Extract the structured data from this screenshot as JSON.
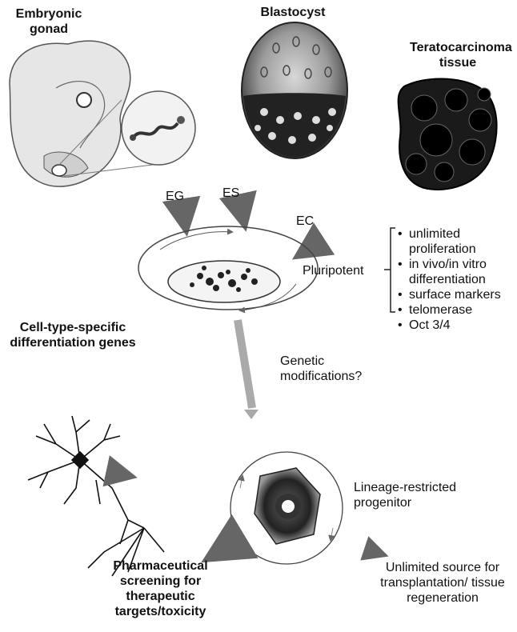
{
  "labels": {
    "embryonic_gonad": "Embryonic gonad",
    "blastocyst": "Blastocyst",
    "teratocarcinoma": "Teratocarcinoma tissue",
    "eg": "EG",
    "es": "ES",
    "ec": "EC",
    "pluripotent": "Pluripotent",
    "cell_type_genes": "Cell-type-specific differentiation genes",
    "genetic_mods": "Genetic modifications?",
    "lineage": "Lineage-restricted progenitor",
    "unlimited_source": "Unlimited source for transplantation/ tissue regeneration",
    "pharma": "Pharmaceutical screening for therapeutic targets/toxicity"
  },
  "properties": [
    "unlimited proliferation",
    "in vivo/in vitro differentiation",
    "surface markers",
    "telomerase",
    "Oct 3/4"
  ]
}
